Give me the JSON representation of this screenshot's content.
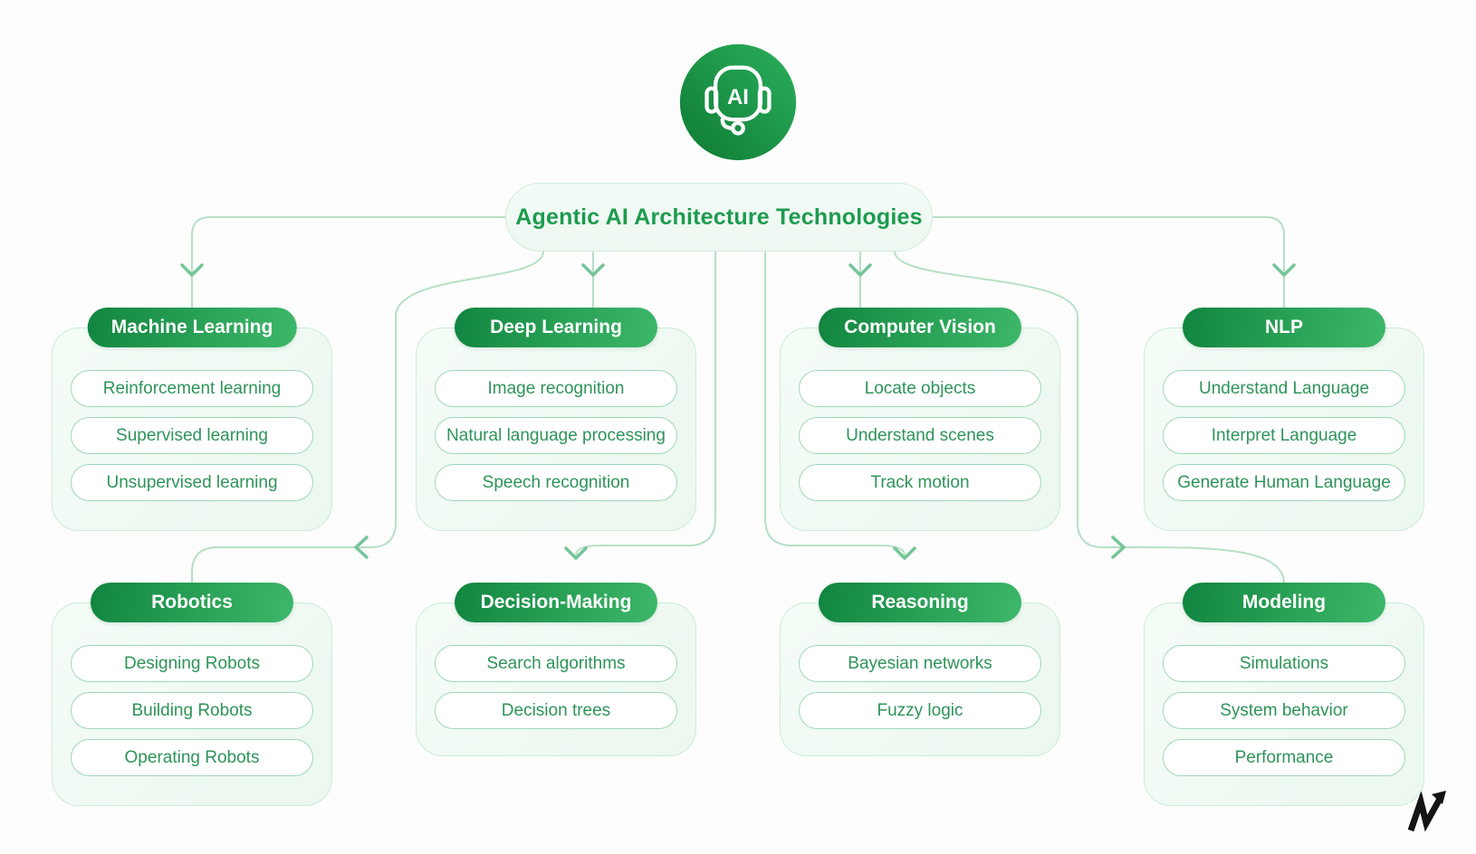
{
  "title": {
    "text": "Agentic AI Architecture Technologies"
  },
  "badge": {
    "label": "AI"
  },
  "branches": [
    {
      "id": "machine-learning",
      "label": "Machine Learning",
      "items": [
        "Reinforcement learning",
        "Supervised learning",
        "Unsupervised learning"
      ]
    },
    {
      "id": "deep-learning",
      "label": "Deep Learning",
      "items": [
        "Image recognition",
        "Natural language processing",
        "Speech recognition"
      ]
    },
    {
      "id": "computer-vision",
      "label": "Computer Vision",
      "items": [
        "Locate objects",
        "Understand scenes",
        "Track motion"
      ]
    },
    {
      "id": "nlp",
      "label": "NLP",
      "items": [
        "Understand Language",
        "Interpret Language",
        "Generate Human Language"
      ]
    },
    {
      "id": "robotics",
      "label": "Robotics",
      "items": [
        "Designing Robots",
        "Building Robots",
        "Operating Robots"
      ]
    },
    {
      "id": "decision-making",
      "label": "Decision-Making",
      "items": [
        "Search algorithms",
        "Decision trees"
      ]
    },
    {
      "id": "reasoning",
      "label": "Reasoning",
      "items": [
        "Bayesian networks",
        "Fuzzy logic"
      ]
    },
    {
      "id": "modeling",
      "label": "Modeling",
      "items": [
        "Simulations",
        "System behavior",
        "Performance"
      ]
    }
  ],
  "colors": {
    "background": "#fcfdfc",
    "title_text": "#1d9b4e",
    "pill_gradient_start": "#118540",
    "pill_gradient_end": "#3db76a",
    "container_bg": "#f0f9f3",
    "container_border": "#cdebd9",
    "item_border": "#a0d8b8",
    "item_text": "#2e9459",
    "connector_line": "#b7dfc6",
    "connector_arrow": "#74c598",
    "badge_gradient_start": "#2bb05d",
    "badge_gradient_end": "#0e7a33",
    "logo_color": "#141414"
  }
}
